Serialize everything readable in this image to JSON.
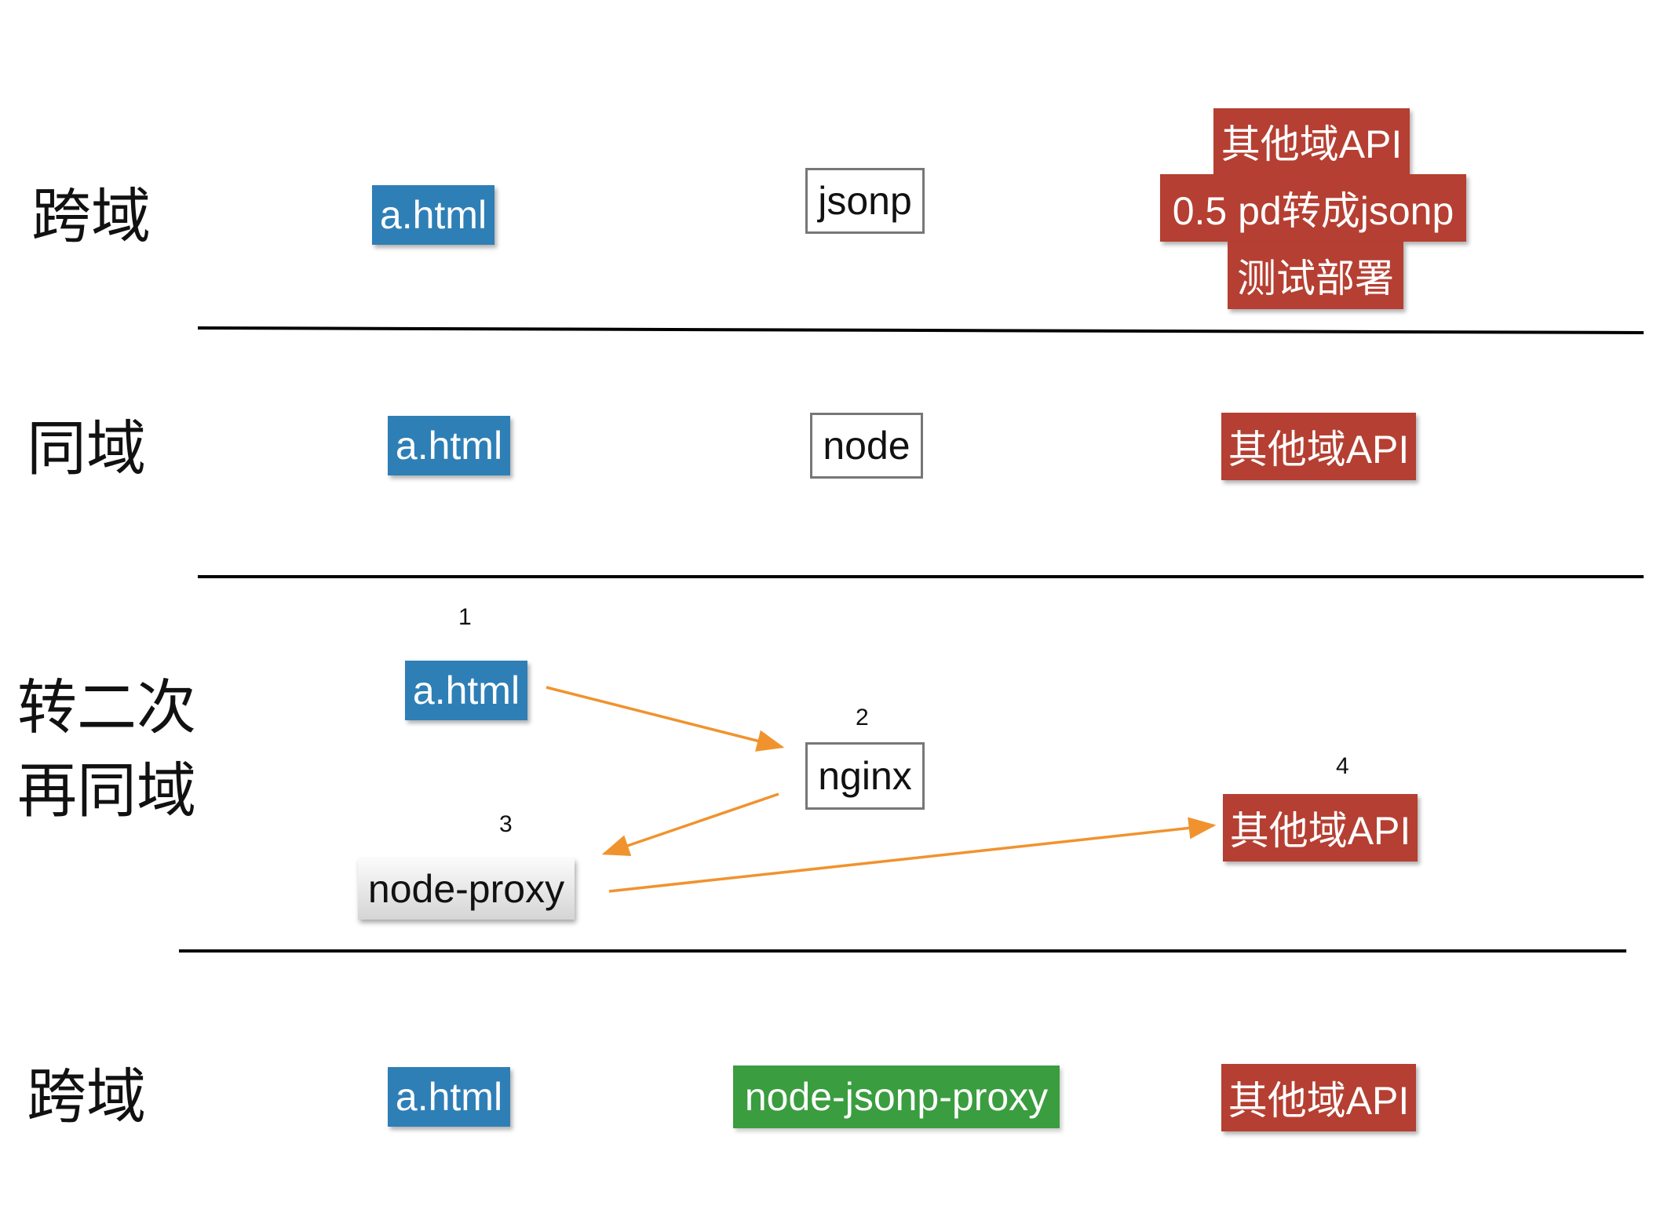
{
  "sections": [
    {
      "label": "跨域",
      "page": "a.html",
      "middle": "jsonp",
      "api_lines": [
        "其他域API",
        "0.5 pd转成jsonp",
        "测试部署"
      ]
    },
    {
      "label": "同域",
      "page": "a.html",
      "middle": "node",
      "api": "其他域API"
    },
    {
      "label_lines": [
        "转二次",
        "再同域"
      ],
      "page": "a.html",
      "middle": "nginx",
      "proxy": "node-proxy",
      "api": "其他域API",
      "steps": [
        "1",
        "2",
        "3",
        "4"
      ]
    },
    {
      "label": "跨域",
      "page": "a.html",
      "middle": "node-jsonp-proxy",
      "api": "其他域API"
    }
  ],
  "colors": {
    "page_box": "#2e7fb6",
    "api_box": "#b53f32",
    "jsonp_proxy_box": "#3a9d3f",
    "arrow": "#f0932e",
    "divider": "#000000"
  }
}
